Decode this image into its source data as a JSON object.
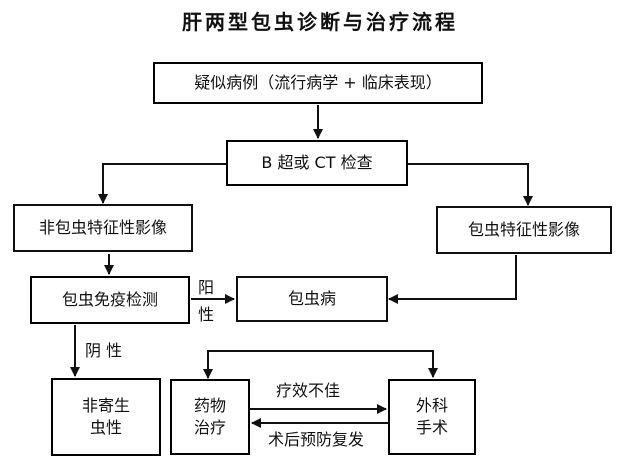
{
  "title": "肝两型包虫诊断与治疗流程",
  "nodes": {
    "suspected": "疑似病例（流行病学 + 临床表现）",
    "imaging": "B 超或 CT 检查",
    "non_characteristic": "非包虫特征性影像",
    "characteristic": "包虫特征性影像",
    "immuno_test": "包虫免疫检测",
    "hydatid": "包虫病",
    "non_parasitic_1": "非寄生",
    "non_parasitic_2": "虫性",
    "drug_1": "药物",
    "drug_2": "治疗",
    "surgery_1": "外科",
    "surgery_2": "手术"
  },
  "edge_labels": {
    "positive_1": "阳",
    "positive_2": "性",
    "negative": "阴 性",
    "poor_effect": "疗效不佳",
    "postop_prevent": "术后预防复发"
  }
}
